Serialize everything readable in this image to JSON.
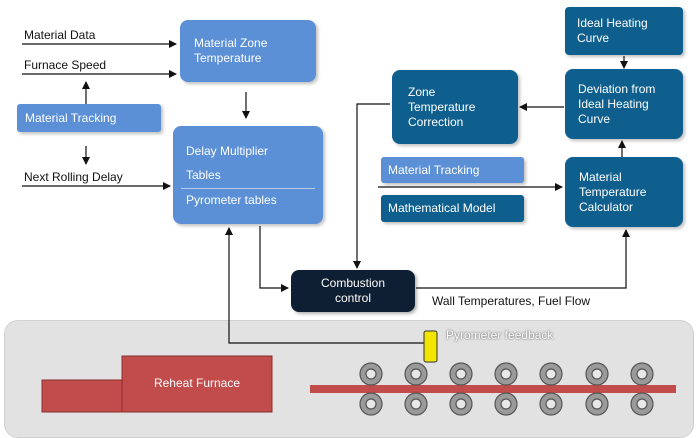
{
  "inputs": {
    "material_data": "Material Data",
    "furnace_speed": "Furnace Speed",
    "next_rolling_delay": "Next Rolling Delay"
  },
  "boxes": {
    "material_zone_temperature": "Material Zone Temperature",
    "material_tracking_left": "Material Tracking",
    "delay_multiplier": "Delay Multiplier",
    "tables": "Tables",
    "pyrometer_tables": "Pyrometer tables",
    "combustion_control": "Combustion control",
    "zone_temperature_correction": "Zone Temperature Correction",
    "ideal_heating_curve": "Ideal Heating Curve",
    "deviation_from_ideal_heating_curve": "Deviation from Ideal Heating Curve",
    "material_tracking_right": "Material Tracking",
    "mathematical_model": "Mathematical Model",
    "material_temperature_calculator": "Material Temperature Calculator",
    "reheat_furnace": "Reheat Furnace"
  },
  "labels": {
    "wall_temperatures_fuel_flow": "Wall Temperatures, Fuel Flow",
    "pyrometer_feedback": "Pyrometer feedback"
  },
  "colors": {
    "light_blue_box": "#5b8fd6",
    "teal_box": "#0e5f8e",
    "navy_box": "#0f1f33",
    "furnace_red": "#c24b4b",
    "pyrometer_yellow": "#f2e600",
    "roller_gray": "#9a9a9a"
  }
}
